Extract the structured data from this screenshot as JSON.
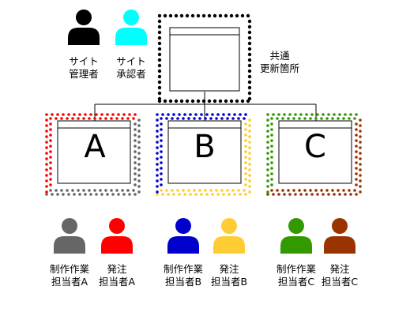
{
  "top_roles": [
    {
      "line1": "サイト",
      "line2": "管理者",
      "color": "#000000",
      "icon": "person-icon"
    },
    {
      "line1": "サイト",
      "line2": "承認者",
      "color": "#00ffff",
      "icon": "person-icon"
    }
  ],
  "common_page": {
    "line1": "共通",
    "line2": "更新箇所",
    "border_colors": [
      "#000000"
    ]
  },
  "sections": [
    {
      "letter": "A",
      "border_colors": [
        "#ff0000",
        "#666666"
      ],
      "roles": [
        {
          "line1": "制作作業",
          "line2": "担当者A",
          "color": "#666666",
          "icon": "person-icon"
        },
        {
          "line1": "発注",
          "line2": "担当者A",
          "color": "#ff0000",
          "icon": "person-icon"
        }
      ]
    },
    {
      "letter": "B",
      "border_colors": [
        "#0000cc",
        "#ffcc33"
      ],
      "roles": [
        {
          "line1": "制作作業",
          "line2": "担当者B",
          "color": "#0000cc",
          "icon": "person-icon"
        },
        {
          "line1": "発注",
          "line2": "担当者B",
          "color": "#ffcc33",
          "icon": "person-icon"
        }
      ]
    },
    {
      "letter": "C",
      "border_colors": [
        "#339900",
        "#993300"
      ],
      "roles": [
        {
          "line1": "制作作業",
          "line2": "担当者C",
          "color": "#339900",
          "icon": "person-icon"
        },
        {
          "line1": "発注",
          "line2": "担当者C",
          "color": "#993300",
          "icon": "person-icon"
        }
      ]
    }
  ]
}
